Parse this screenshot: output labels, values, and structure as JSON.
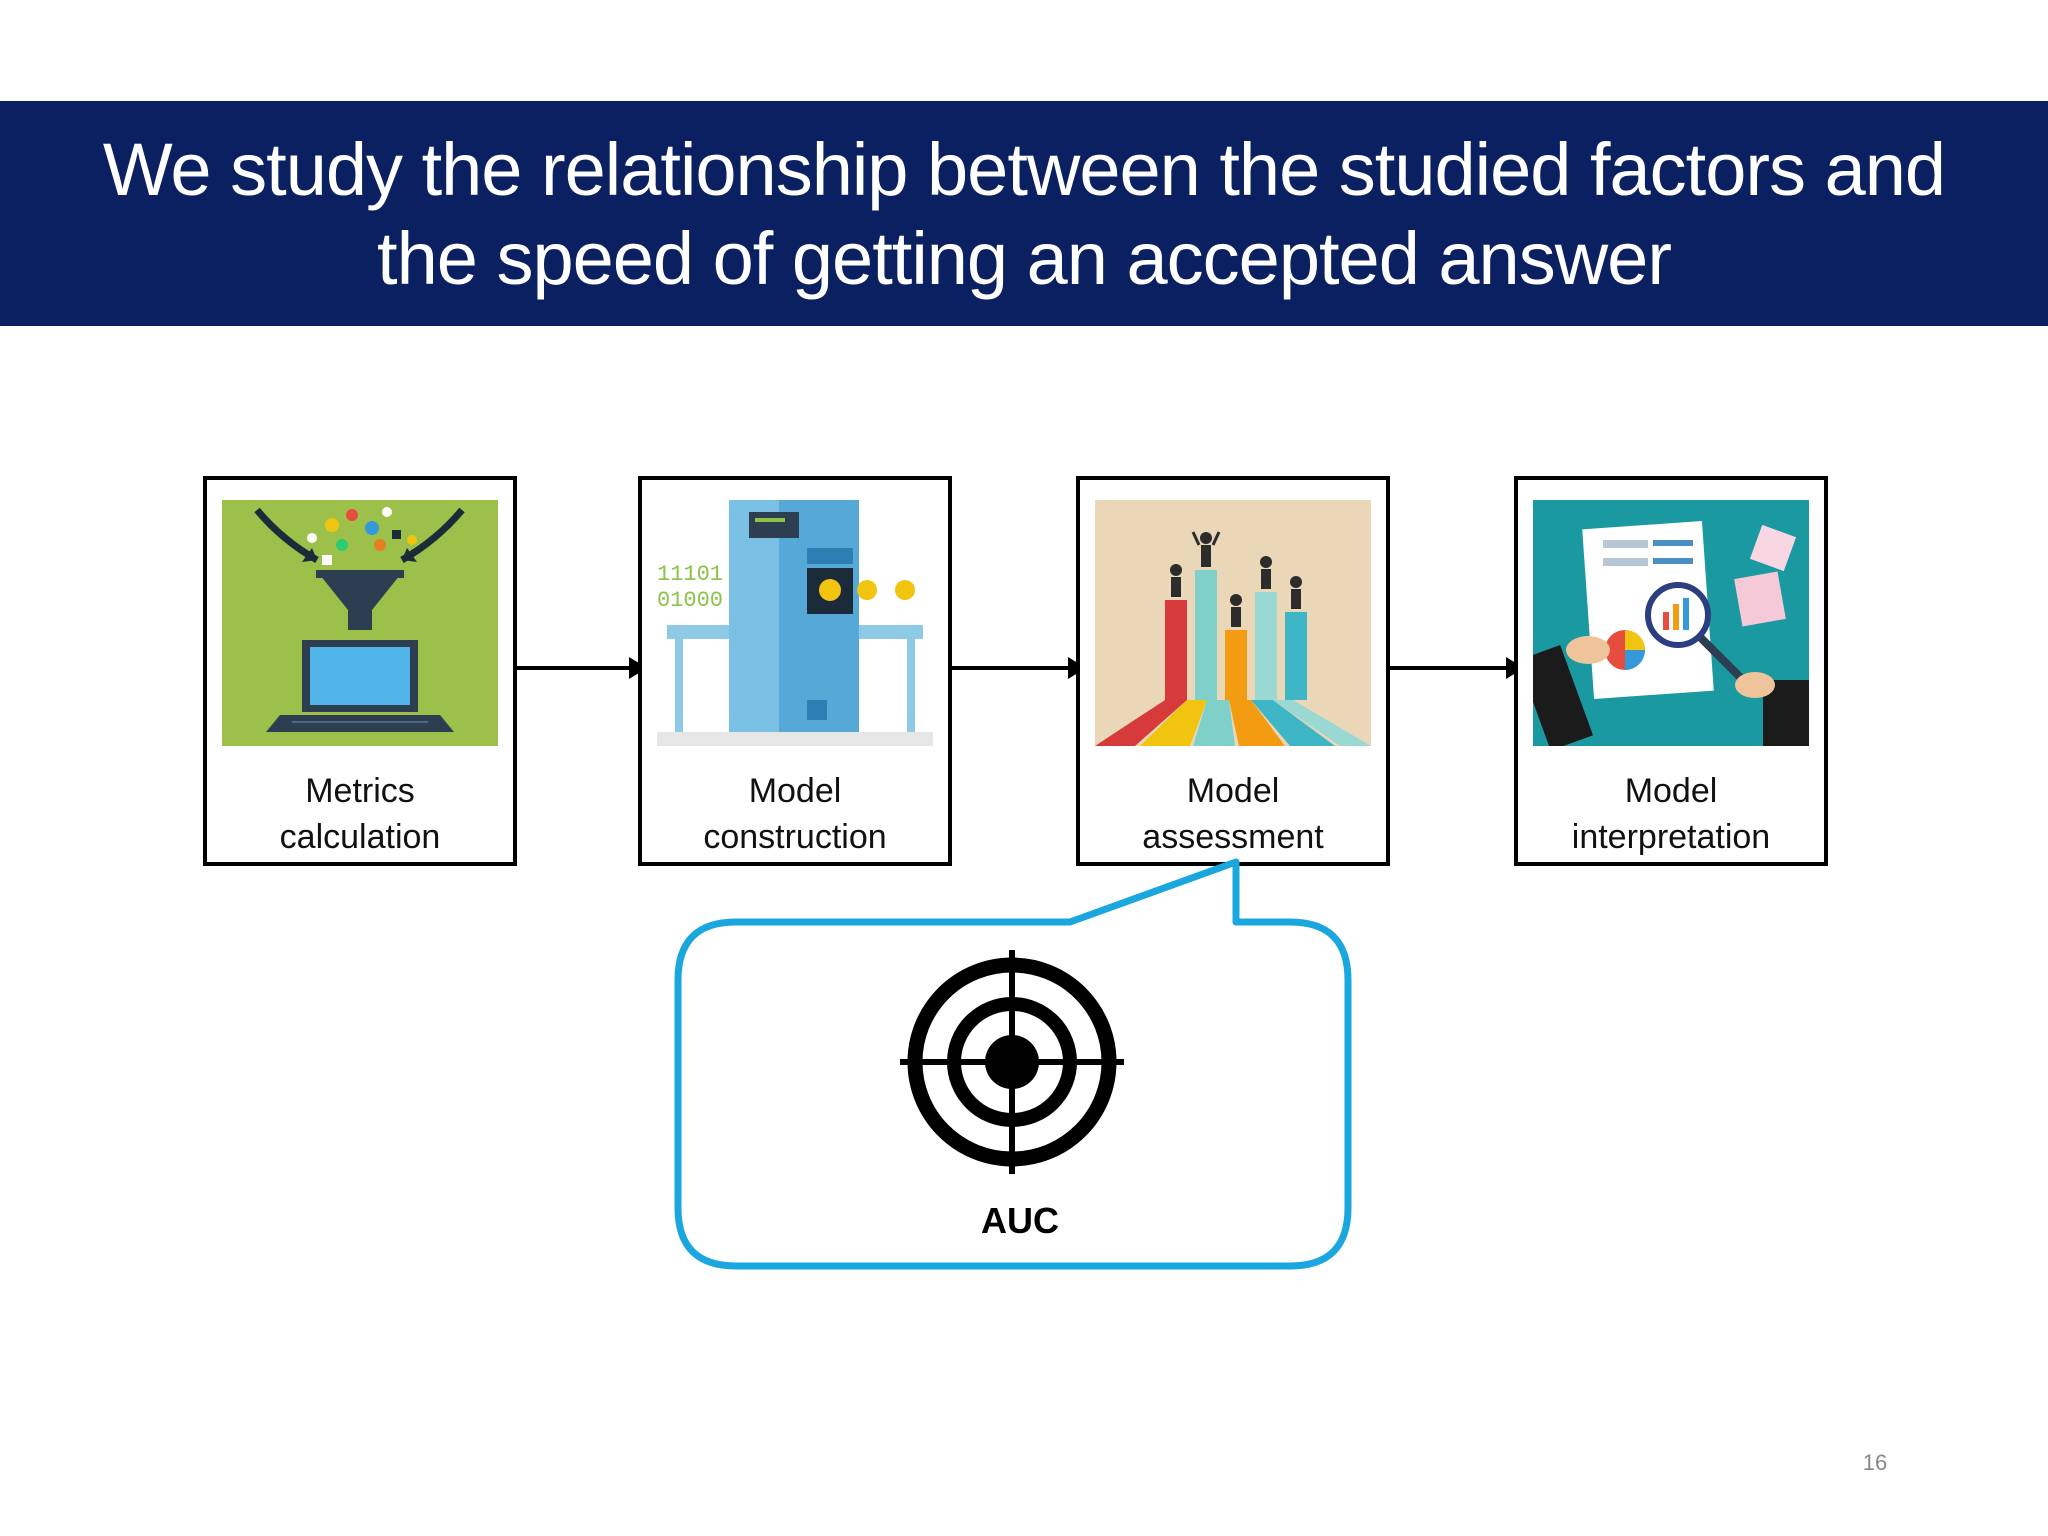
{
  "slide": {
    "title_line1": "We study the relationship between the studied factors and",
    "title_line2": "the speed of getting an accepted answer",
    "page_number": "16"
  },
  "steps": [
    {
      "line1": "Metrics",
      "line2": "calculation",
      "icon": "funnel-laptop-icon"
    },
    {
      "line1": "Model",
      "line2": "construction",
      "icon": "machine-icon"
    },
    {
      "line1": "Model",
      "line2": "assessment",
      "icon": "bar-podium-icon"
    },
    {
      "line1": "Model",
      "line2": "interpretation",
      "icon": "magnifier-report-icon"
    }
  ],
  "callout": {
    "label": "AUC",
    "icon": "target-icon",
    "border_color": "#1aa7e0"
  },
  "colors": {
    "title_bg": "#0b2060",
    "title_fg": "#ffffff"
  }
}
